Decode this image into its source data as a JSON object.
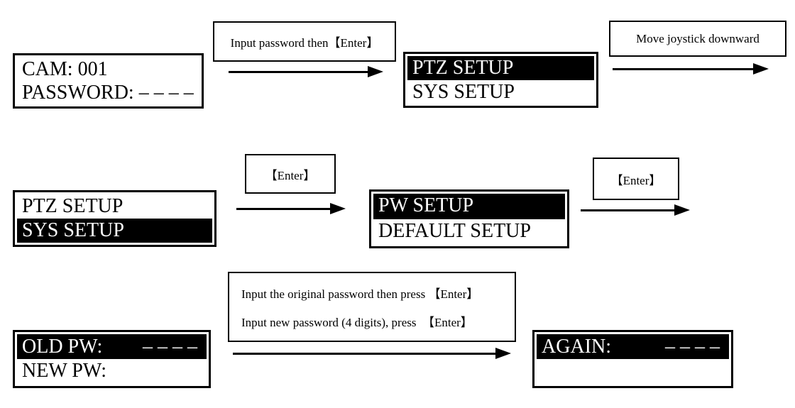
{
  "colors": {
    "ink": "#000000",
    "background": "#ffffff"
  },
  "screens": {
    "login": {
      "line1": "CAM: 001",
      "line2": "PASSWORD: – – – –"
    },
    "mainMenuPtzSelected": {
      "line1": "PTZ SETUP",
      "line2": "SYS SETUP",
      "selected_line": "PTZ SETUP"
    },
    "mainMenuSysSelected": {
      "line1": "PTZ SETUP",
      "line2": "SYS SETUP",
      "selected_line": "SYS SETUP"
    },
    "sysMenuPwSelected": {
      "line1": "PW SETUP",
      "line2": "DEFAULT SETUP",
      "selected_line": "PW SETUP"
    },
    "pwEntry": {
      "line1_label": "OLD PW:",
      "line1_value": "– – – –",
      "line2": "NEW PW:",
      "selected_line": "OLD PW:"
    },
    "pwConfirm": {
      "line1_label": "AGAIN:",
      "line1_value": "– – – –",
      "line2": "",
      "selected_line": "AGAIN:"
    }
  },
  "labels": {
    "step1": "Input password then【Enter】",
    "step2": "Move joystick downward",
    "step3": "【Enter】",
    "step4": "【Enter】",
    "step5_line1": "Input the original password then press 【Enter】",
    "step5_line2": "Input new password (4 digits), press  【Enter】"
  }
}
